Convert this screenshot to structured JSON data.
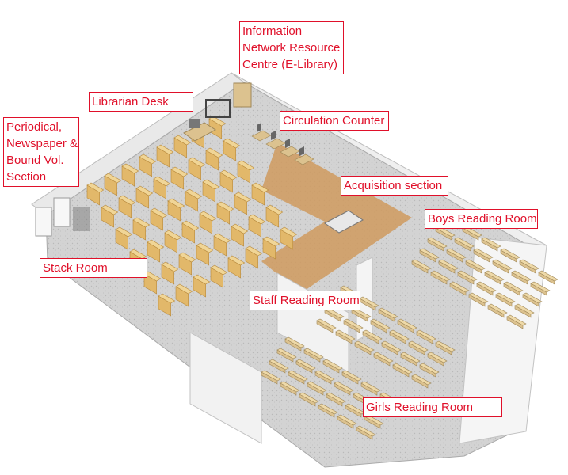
{
  "colors": {
    "label_border": "#e0102a",
    "label_text": "#e0102a",
    "floor": "#d2d2d2",
    "wall_top": "#eeeeee",
    "wall_side": "#f3f3f3",
    "shelf": "#e2b86a",
    "shelf_dark": "#b7893c",
    "wood_floor": "#cf9a5e",
    "furniture": "#dcc28f"
  },
  "labels": {
    "e_library": [
      "Information",
      "Network Resource",
      "Centre (E-Library)"
    ],
    "librarian_desk": [
      "Librarian Desk"
    ],
    "periodical": [
      "Periodical,",
      "Newspaper &",
      "Bound Vol.",
      "Section"
    ],
    "circulation": [
      "Circulation Counter"
    ],
    "acquisition": [
      "Acquisition section"
    ],
    "boys_reading": [
      "Boys Reading Room"
    ],
    "stack_room": [
      "Stack Room"
    ],
    "staff_reading": [
      "Staff Reading Room"
    ],
    "girls_reading": [
      "Girls Reading Room"
    ]
  }
}
